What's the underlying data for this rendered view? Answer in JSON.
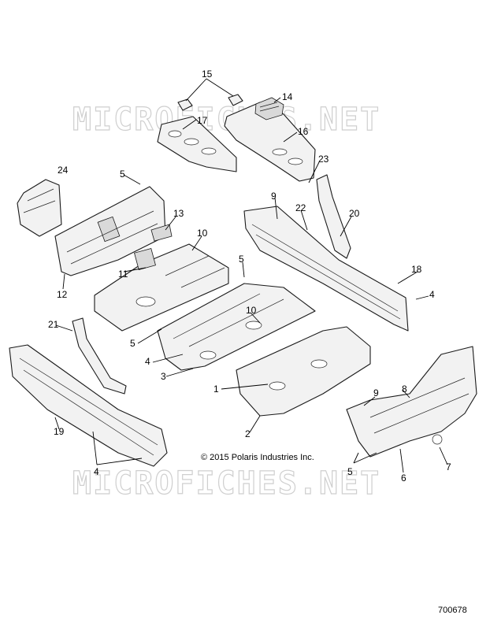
{
  "watermark": {
    "text": "MICROFICHES.NET",
    "color": "#cfcfcf"
  },
  "copyright": "© 2015 Polaris Industries Inc.",
  "reference_number": "700678",
  "callouts": [
    "15",
    "14",
    "17",
    "16",
    "24",
    "5",
    "23",
    "9",
    "22",
    "20",
    "13",
    "10",
    "12",
    "11",
    "18",
    "4",
    "5",
    "21",
    "10",
    "5",
    "4",
    "3",
    "1",
    "9",
    "8",
    "19",
    "2",
    "4",
    "5",
    "6",
    "7"
  ]
}
